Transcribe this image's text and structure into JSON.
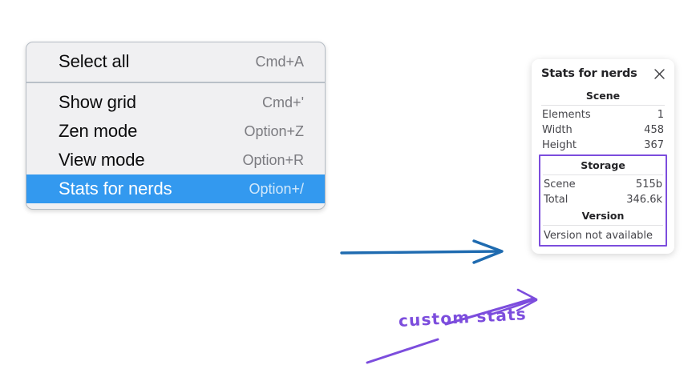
{
  "context_menu": {
    "name": "context-menu",
    "sections": [
      {
        "items": [
          {
            "label": "Select all",
            "shortcut": "Cmd+A",
            "selected": false
          }
        ]
      },
      {
        "items": [
          {
            "label": "Show grid",
            "shortcut": "Cmd+'",
            "selected": false
          },
          {
            "label": "Zen mode",
            "shortcut": "Option+Z",
            "selected": false
          },
          {
            "label": "View mode",
            "shortcut": "Option+R",
            "selected": false
          },
          {
            "label": "Stats for nerds",
            "shortcut": "Option+/",
            "selected": true
          }
        ]
      }
    ],
    "highlight_color": "#3399ef",
    "background_color": "#f0f0f2"
  },
  "stats_panel": {
    "title": "Stats for nerds",
    "close_icon": "close-icon",
    "scene": {
      "heading": "Scene",
      "rows": [
        {
          "label": "Elements",
          "value": "1"
        },
        {
          "label": "Width",
          "value": "458"
        },
        {
          "label": "Height",
          "value": "367"
        }
      ]
    },
    "storage": {
      "heading": "Storage",
      "rows": [
        {
          "label": "Scene",
          "value": "515b"
        },
        {
          "label": "Total",
          "value": "346.6k"
        }
      ]
    },
    "version": {
      "heading": "Version",
      "note": "Version not available"
    },
    "highlight_color": "#7c4ddd"
  },
  "annotations": {
    "custom_stats_label": "custom stats",
    "arrow_blue_color": "#1f6bb0",
    "arrow_purple_color": "#7c4ddd"
  }
}
